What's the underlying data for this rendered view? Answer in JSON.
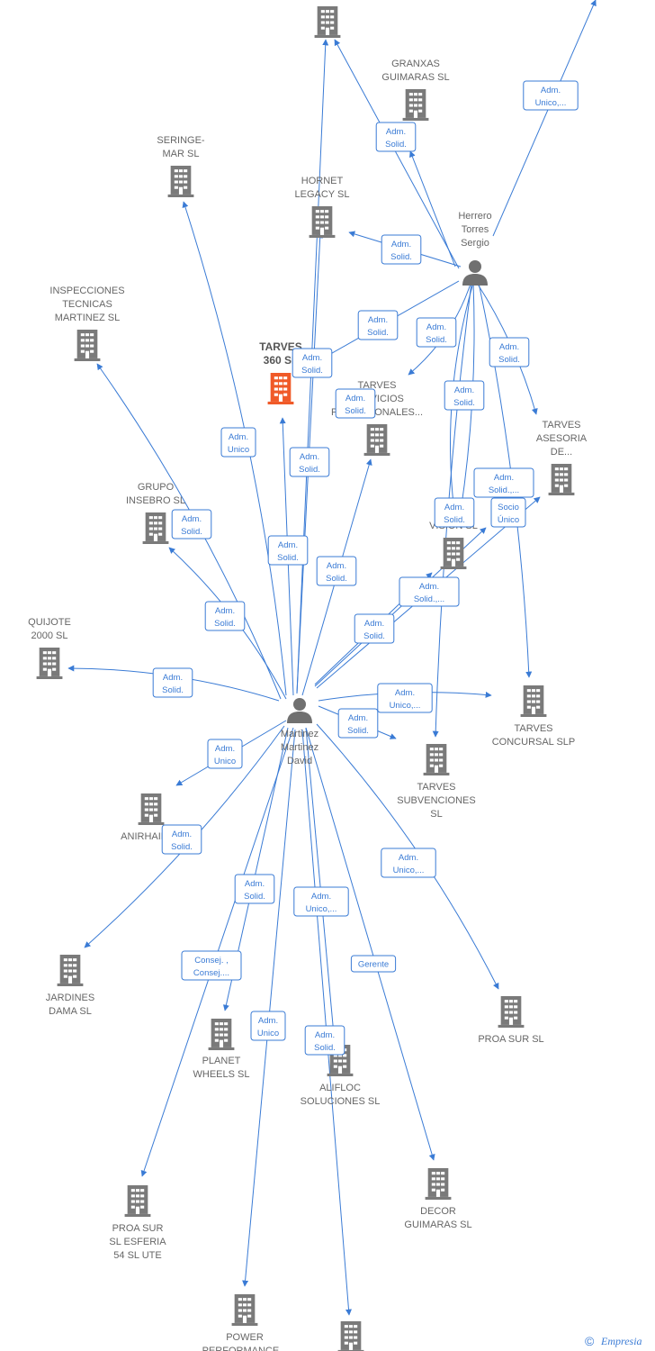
{
  "colors": {
    "edge": "#3a7bd5",
    "building": "#7a7a7a",
    "highlight": "#f05a28",
    "person": "#707070",
    "label": "#666666"
  },
  "persons": [
    {
      "id": "martinez",
      "lines": [
        "Martinez",
        "Martinez",
        "David"
      ]
    },
    {
      "id": "herrero",
      "lines": [
        "Herrero",
        "Torres",
        "Sergio"
      ]
    }
  ],
  "companies": [
    {
      "id": "top",
      "lines": []
    },
    {
      "id": "granxas",
      "lines": [
        "GRANXAS",
        "GUIMARAS  SL"
      ]
    },
    {
      "id": "seringemar",
      "lines": [
        "SERINGE-",
        "MAR SL"
      ]
    },
    {
      "id": "hornet",
      "lines": [
        "HORNET",
        "LEGACY  SL"
      ]
    },
    {
      "id": "inspecciones",
      "lines": [
        "INSPECCIONES",
        "TECNICAS",
        "MARTINEZ  SL"
      ]
    },
    {
      "id": "tarves360",
      "lines": [
        "TARVES",
        "360  SL"
      ],
      "highlight": true
    },
    {
      "id": "tarvesservicios",
      "lines": [
        "TARVES",
        "SERVICIOS",
        "PROFESIONALES..."
      ]
    },
    {
      "id": "tarvesasesoria",
      "lines": [
        "TARVES",
        "ASESORIA",
        "DE..."
      ]
    },
    {
      "id": "grupoinsebro",
      "lines": [
        "GRUPO",
        "INSEBRO  SL"
      ]
    },
    {
      "id": "vision",
      "lines": [
        "...",
        "VISION  SL"
      ]
    },
    {
      "id": "quijote",
      "lines": [
        "QUIJOTE",
        "2000  SL"
      ]
    },
    {
      "id": "tarvesconcursal",
      "lines": [
        "TARVES",
        "CONCURSAL  SLP"
      ]
    },
    {
      "id": "tarvessubvenciones",
      "lines": [
        "TARVES",
        "SUBVENCIONES",
        "SL"
      ]
    },
    {
      "id": "anirhaidy",
      "lines": [
        "ANIRHAIDY..."
      ]
    },
    {
      "id": "jardines",
      "lines": [
        "JARDINES",
        "DAMA SL"
      ]
    },
    {
      "id": "proasur",
      "lines": [
        "PROA SUR SL"
      ]
    },
    {
      "id": "planet",
      "lines": [
        "PLANET",
        "WHEELS  SL"
      ]
    },
    {
      "id": "alifloc",
      "lines": [
        "ALIFLOC",
        "SOLUCIONES SL"
      ]
    },
    {
      "id": "proaesferia",
      "lines": [
        "PROA SUR",
        "SL ESFERIA",
        "54 SL UTE"
      ]
    },
    {
      "id": "decor",
      "lines": [
        "DECOR",
        "GUIMARAS  SL"
      ]
    },
    {
      "id": "power",
      "lines": [
        "POWER",
        "PERFORMANCE..."
      ]
    },
    {
      "id": "bottom",
      "lines": []
    }
  ],
  "relations": [
    {
      "lines": [
        "Adm.",
        "Unico,..."
      ]
    },
    {
      "lines": [
        "Adm.",
        "Solid."
      ]
    },
    {
      "lines": [
        "Adm.",
        "Solid."
      ]
    },
    {
      "lines": [
        "Adm.",
        "Solid."
      ]
    },
    {
      "lines": [
        "Adm.",
        "Solid."
      ]
    },
    {
      "lines": [
        "Adm.",
        "Solid."
      ]
    },
    {
      "lines": [
        "Adm.",
        "Solid."
      ]
    },
    {
      "lines": [
        "Adm.",
        "Solid."
      ]
    },
    {
      "lines": [
        "Adm.",
        "Solid.,..."
      ]
    },
    {
      "lines": [
        "Socio",
        "Único"
      ]
    },
    {
      "lines": [
        "Adm.",
        "Solid."
      ]
    },
    {
      "lines": [
        "Adm.",
        "Solid."
      ]
    },
    {
      "lines": [
        "Adm.",
        "Unico"
      ]
    },
    {
      "lines": [
        "Adm.",
        "Solid."
      ]
    },
    {
      "lines": [
        "Adm.",
        "Solid."
      ]
    },
    {
      "lines": [
        "Adm.",
        "Solid."
      ]
    },
    {
      "lines": [
        "Adm.",
        "Solid."
      ]
    },
    {
      "lines": [
        "Adm.",
        "Solid."
      ]
    },
    {
      "lines": [
        "Adm.",
        "Solid."
      ]
    },
    {
      "lines": [
        "Adm.",
        "Solid."
      ]
    },
    {
      "lines": [
        "Adm.",
        "Unico,..."
      ]
    },
    {
      "lines": [
        "Adm.",
        "Solid.,..."
      ]
    },
    {
      "lines": [
        "Adm.",
        "Solid."
      ]
    },
    {
      "lines": [
        "Adm.",
        "Unico"
      ]
    },
    {
      "lines": [
        "Adm.",
        "Solid."
      ]
    },
    {
      "lines": [
        "Adm.",
        "Solid."
      ]
    },
    {
      "lines": [
        "Adm.",
        "Unico,..."
      ]
    },
    {
      "lines": [
        "Consej. ,",
        "Consej...."
      ]
    },
    {
      "lines": [
        "Gerente"
      ]
    },
    {
      "lines": [
        "Adm.",
        "Unico"
      ]
    },
    {
      "lines": [
        "Adm.",
        "Unico,..."
      ]
    },
    {
      "lines": [
        "Adm.",
        "Solid."
      ]
    }
  ],
  "footer": {
    "copyright": "©",
    "brand": "Empresia"
  }
}
